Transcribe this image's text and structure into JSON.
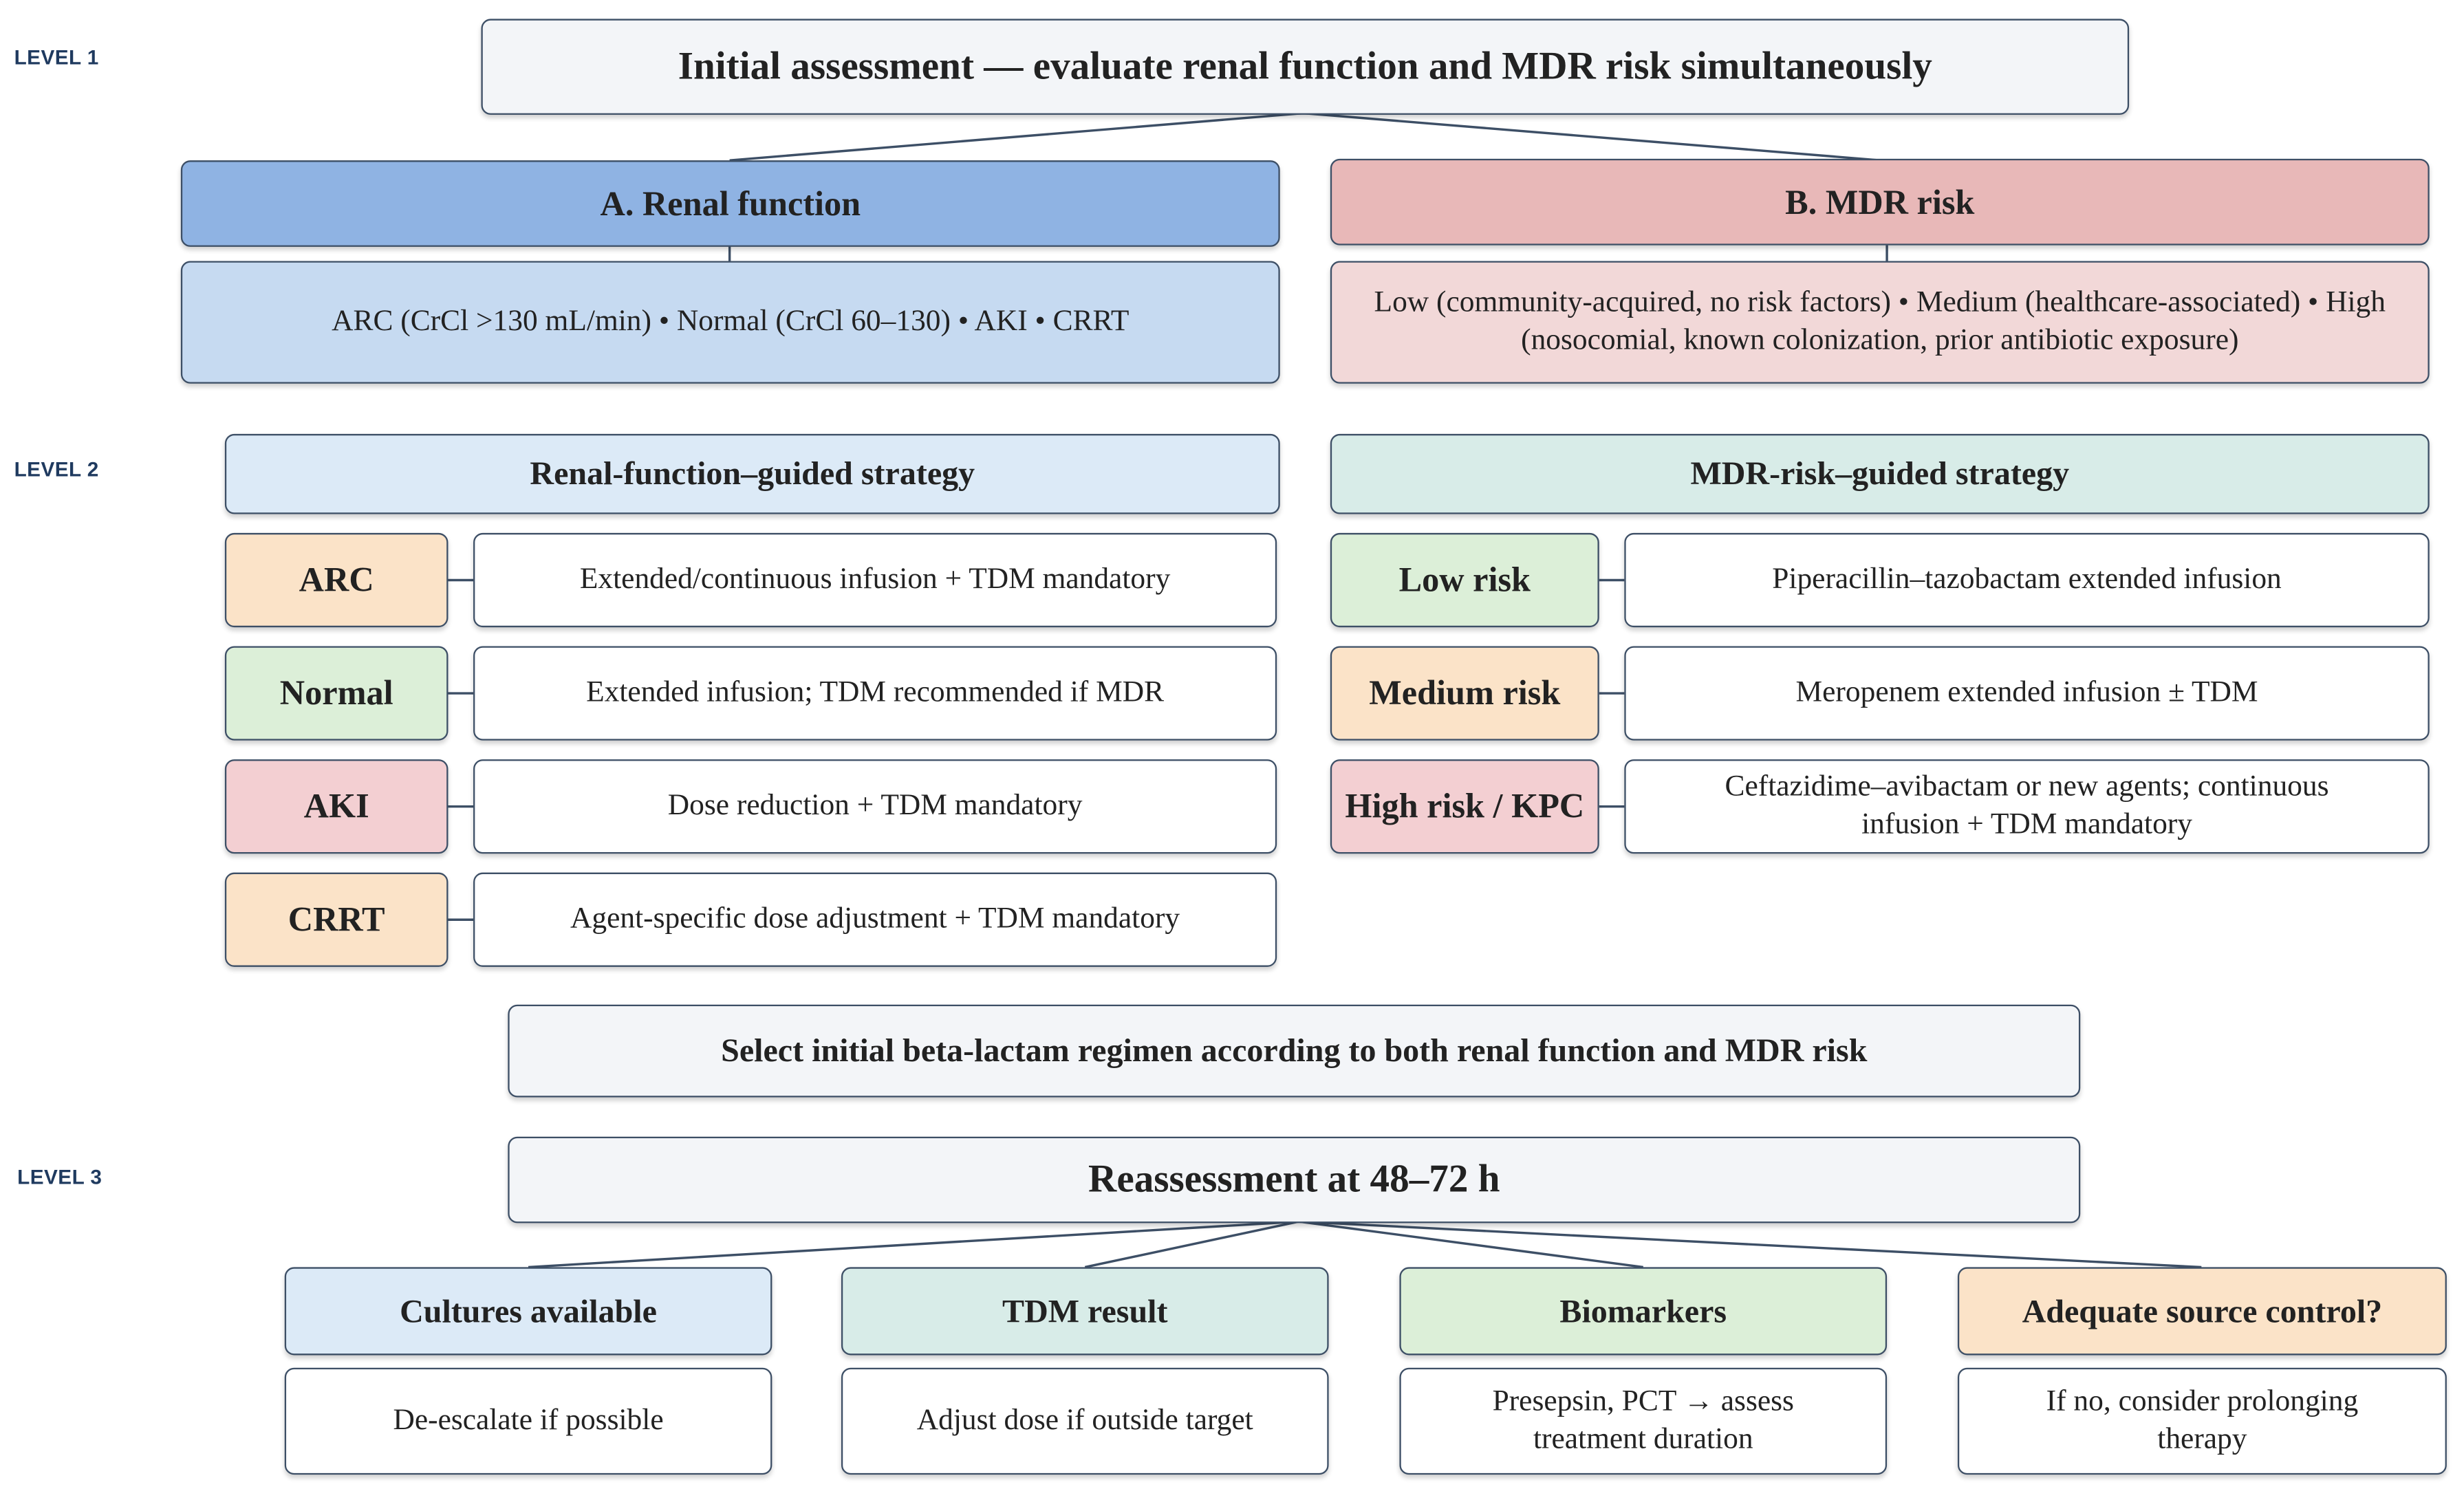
{
  "levels": {
    "l1": "LEVEL 1",
    "l2": "LEVEL 2",
    "l3": "LEVEL 3"
  },
  "initial": "Initial assessment — evaluate renal function and MDR risk simultaneously",
  "renal": {
    "header": "A. Renal function",
    "detail": "ARC (CrCl >130 mL/min)  •  Normal (CrCl 60–130)  •  AKI  •  CRRT"
  },
  "mdr": {
    "header": "B. MDR risk",
    "detail": "Low (community-acquired, no risk factors)  •  Medium (healthcare-associated)  •  High (nosocomial, known colonization, prior antibiotic exposure)"
  },
  "renal_strategy": {
    "title": "Renal-function–guided strategy",
    "rows": [
      {
        "label": "ARC",
        "text": "Extended/continuous infusion + TDM mandatory"
      },
      {
        "label": "Normal",
        "text": "Extended infusion; TDM recommended if MDR"
      },
      {
        "label": "AKI",
        "text": "Dose reduction + TDM mandatory"
      },
      {
        "label": "CRRT",
        "text": "Agent-specific dose adjustment + TDM mandatory"
      }
    ]
  },
  "mdr_strategy": {
    "title": "MDR-risk–guided strategy",
    "rows": [
      {
        "label": "Low risk",
        "text": "Piperacillin–tazobactam extended infusion"
      },
      {
        "label": "Medium risk",
        "text": "Meropenem extended infusion ± TDM"
      },
      {
        "label": "High risk / KPC",
        "text": "Ceftazidime–avibactam or new agents; continuous infusion + TDM mandatory"
      }
    ]
  },
  "select": "Select initial beta-lactam regimen according to both renal function and MDR risk",
  "reassess": "Reassessment at 48–72 h",
  "outcomes": [
    {
      "title": "Cultures available",
      "text": "De-escalate if possible"
    },
    {
      "title": "TDM result",
      "text": "Adjust dose if outside target"
    },
    {
      "title": "Biomarkers",
      "text": "Presepsin, PCT → assess treatment duration"
    },
    {
      "title": "Adequate source control?",
      "text": "If no, consider prolonging therapy"
    }
  ],
  "colors": {
    "border": "#3d4f66",
    "renal_header": "#8fb3e3",
    "renal_detail": "#c6daf1",
    "mdr_header": "#e8b8b8",
    "mdr_detail": "#f2d8d8",
    "neutral": "#f3f5f8",
    "light_blue": "#dceaf7",
    "teal": "#d8ece8",
    "peach": "#fbe3c8",
    "green": "#dcefd8",
    "pink": "#f3cfd2",
    "white": "#ffffff"
  }
}
